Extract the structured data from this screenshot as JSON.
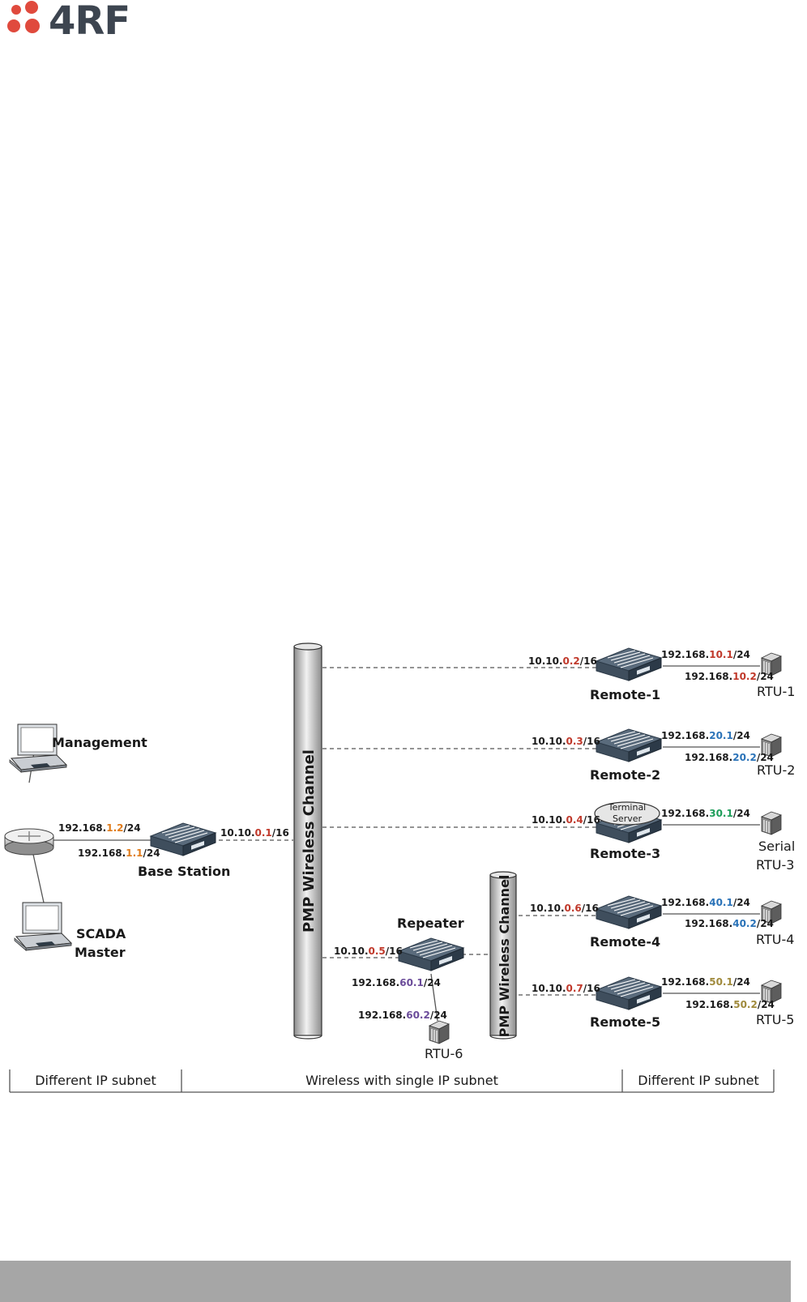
{
  "logo": {
    "text": "4RF",
    "brand_color": "#e04a3d",
    "text_color": "#3d4550"
  },
  "colors": {
    "ip_base": "#1a1a1a",
    "red": "#c0392b",
    "orange": "#e07b1a",
    "blue": "#2b73b8",
    "green": "#1e9e5a",
    "olive": "#a08a3c",
    "purple": "#6b4c9a",
    "footer_gray": "#a6a6a6"
  },
  "diagram": {
    "channel_label": "PMP Wireless Channel",
    "channel2_label": "PMP Wireless Channel",
    "management": "Management",
    "scada_line1": "SCADA",
    "scada_line2": "Master",
    "base_station": "Base Station",
    "repeater": "Repeater",
    "terminal_server_line1": "Terminal",
    "terminal_server_line2": "Server",
    "remotes": [
      "Remote-1",
      "Remote-2",
      "Remote-3",
      "Remote-4",
      "Remote-5"
    ],
    "rtus": [
      "RTU-1",
      "RTU-2",
      "RTU-3",
      "RTU-4",
      "RTU-5",
      "RTU-6"
    ],
    "rtu3_prefix": "Serial",
    "ips": {
      "mgmt": {
        "pre": "192.168.",
        "mid": "1.2",
        "post": "/24",
        "color": "orange"
      },
      "bs_lan": {
        "pre": "192.168.",
        "mid": "1.1",
        "post": "/24",
        "color": "orange"
      },
      "bs_wan": {
        "pre": "10.10.",
        "mid": "0.1",
        "post": "/16",
        "color": "red"
      },
      "r1_wan": {
        "pre": "10.10.",
        "mid": "0.2",
        "post": "/16",
        "color": "red"
      },
      "r1_lan": {
        "pre": "192.168.",
        "mid": "10.1",
        "post": "/24",
        "color": "red"
      },
      "rtu1": {
        "pre": "192.168.",
        "mid": "10.2",
        "post": "/24",
        "color": "red"
      },
      "r2_wan": {
        "pre": "10.10.",
        "mid": "0.3",
        "post": "/16",
        "color": "red"
      },
      "r2_lan": {
        "pre": "192.168.",
        "mid": "20.1",
        "post": "/24",
        "color": "blue"
      },
      "rtu2": {
        "pre": "192.168.",
        "mid": "20.2",
        "post": "/24",
        "color": "blue"
      },
      "r3_wan": {
        "pre": "10.10.",
        "mid": "0.4",
        "post": "/16",
        "color": "red"
      },
      "r3_lan": {
        "pre": "192.168.",
        "mid": "30.1",
        "post": "/24",
        "color": "green"
      },
      "r4_wan": {
        "pre": "10.10.",
        "mid": "0.6",
        "post": "/16",
        "color": "red"
      },
      "r4_lan": {
        "pre": "192.168.",
        "mid": "40.1",
        "post": "/24",
        "color": "blue"
      },
      "rtu4": {
        "pre": "192.168.",
        "mid": "40.2",
        "post": "/24",
        "color": "blue"
      },
      "r5_wan": {
        "pre": "10.10.",
        "mid": "0.7",
        "post": "/16",
        "color": "red"
      },
      "r5_lan": {
        "pre": "192.168.",
        "mid": "50.1",
        "post": "/24",
        "color": "olive"
      },
      "rtu5": {
        "pre": "192.168.",
        "mid": "50.2",
        "post": "/24",
        "color": "olive"
      },
      "rep_wan": {
        "pre": "10.10.",
        "mid": "0.5",
        "post": "/16",
        "color": "red"
      },
      "rep_lan": {
        "pre": "192.168.",
        "mid": "60.1",
        "post": "/24",
        "color": "purple"
      },
      "rtu6": {
        "pre": "192.168.",
        "mid": "60.2",
        "post": "/24",
        "color": "purple"
      }
    },
    "brackets": [
      "Different IP subnet",
      "Wireless with single IP subnet",
      "Different IP subnet"
    ]
  }
}
